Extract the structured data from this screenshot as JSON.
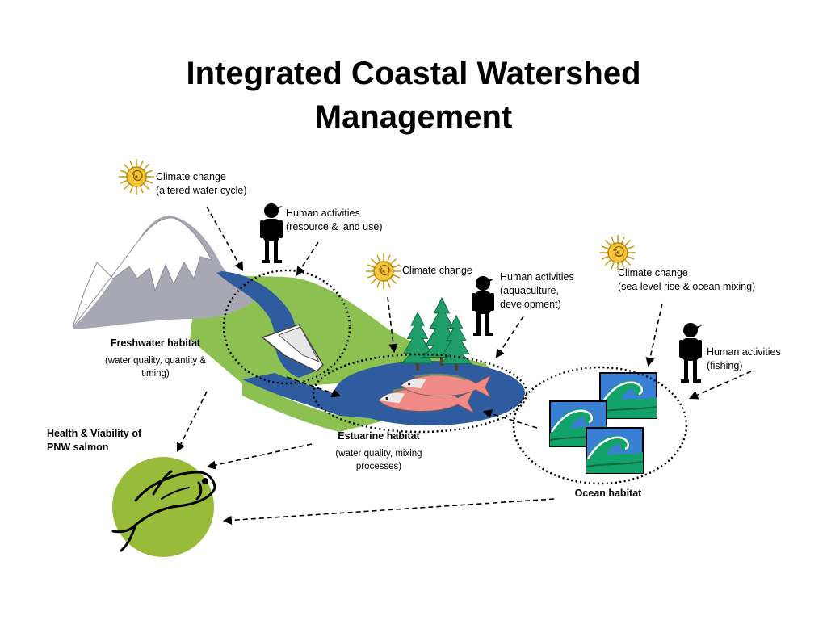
{
  "title": {
    "line1": "Integrated Coastal Watershed",
    "line2": "Management"
  },
  "labels": {
    "climate_water_cycle": {
      "line1": "Climate change",
      "line2": "(altered water cycle)"
    },
    "human_resource": {
      "line1": "Human activities",
      "line2": "(resource & land use)"
    },
    "climate_estuary": "Climate change",
    "human_aquaculture": {
      "line1": "Human activities",
      "line2": "(aquaculture,",
      "line3": "development)"
    },
    "climate_sea": {
      "line1": "Climate change",
      "line2": "(sea level rise & ocean mixing)"
    },
    "human_fishing": {
      "line1": "Human activities",
      "line2": "(fishing)"
    },
    "freshwater": {
      "title": "Freshwater habitat",
      "line1": "(water quality, quantity &",
      "line2": "timing)"
    },
    "estuarine": {
      "title": "Estuarine habitat",
      "line1": "(water quality, mixing",
      "line2": "processes)"
    },
    "ocean": {
      "title": "Ocean habitat"
    },
    "salmon": {
      "line1": "Health & Viability of",
      "line2": "PNW salmon"
    }
  },
  "colors": {
    "mountain": "#a8a8b4",
    "snow": "#ffffff",
    "land": "#8cc152",
    "water": "#2e5c9e",
    "salmon_body": "#f08a86",
    "tree": "#1f9e6a",
    "sun": "#f3c53a",
    "wave_sky": "#3a7fd6",
    "wave_sea": "#12a36a",
    "fish_circle": "#99bb3a"
  },
  "icons": [
    "sun-icon",
    "person-icon",
    "dam-icon",
    "tree-icon",
    "salmon-icon",
    "wave-icon",
    "fish-icon"
  ]
}
